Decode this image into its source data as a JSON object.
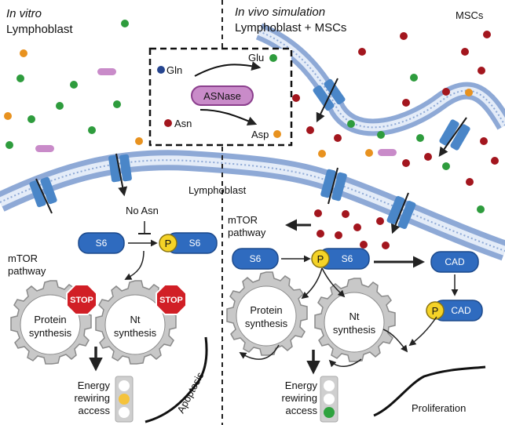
{
  "panels": {
    "left_title_italic": "In vitro",
    "left_title": "Lymphoblast",
    "right_title_italic": "In vivo simulation",
    "right_title": "Lymphoblast + MSCs",
    "mscs_label": "MSCs",
    "lymphoblast_label": "Lymphoblast"
  },
  "inset": {
    "gln": "Gln",
    "glu": "Glu",
    "asn": "Asn",
    "asp": "Asp",
    "enzyme": "ASNase"
  },
  "left": {
    "no_asn": "No Asn",
    "s6": "S6",
    "p": "P",
    "ps6": "S6",
    "mtor_line1": "mTOR",
    "mtor_line2": "pathway",
    "gear1_line1": "Protein",
    "gear1_line2": "synthesis",
    "gear2_line1": "Nt",
    "gear2_line2": "synthesis",
    "stop1": "STOP",
    "stop2": "STOP",
    "energy_line1": "Energy",
    "energy_line2": "rewiring",
    "energy_line3": "access",
    "apoptosis": "Apoptosis"
  },
  "right": {
    "mtor_line1": "mTOR",
    "mtor_line2": "pathway",
    "s6": "S6",
    "p": "P",
    "ps6": "S6",
    "cad": "CAD",
    "p2": "P",
    "pcad": "CAD",
    "gear1_line1": "Protein",
    "gear1_line2": "synthesis",
    "gear2_line1": "Nt",
    "gear2_line2": "synthesis",
    "energy_line1": "Energy",
    "energy_line2": "rewiring",
    "energy_line3": "access",
    "proliferation": "Proliferation"
  },
  "colors": {
    "green": "#2e9c3d",
    "orange": "#e8921f",
    "red": "#a3161e",
    "blue_pill": "#2f6bbf",
    "pink": "#c98bc9",
    "membrane": "#9fb8de",
    "yellow_p": "#f5d327",
    "stop": "#d11f26"
  }
}
